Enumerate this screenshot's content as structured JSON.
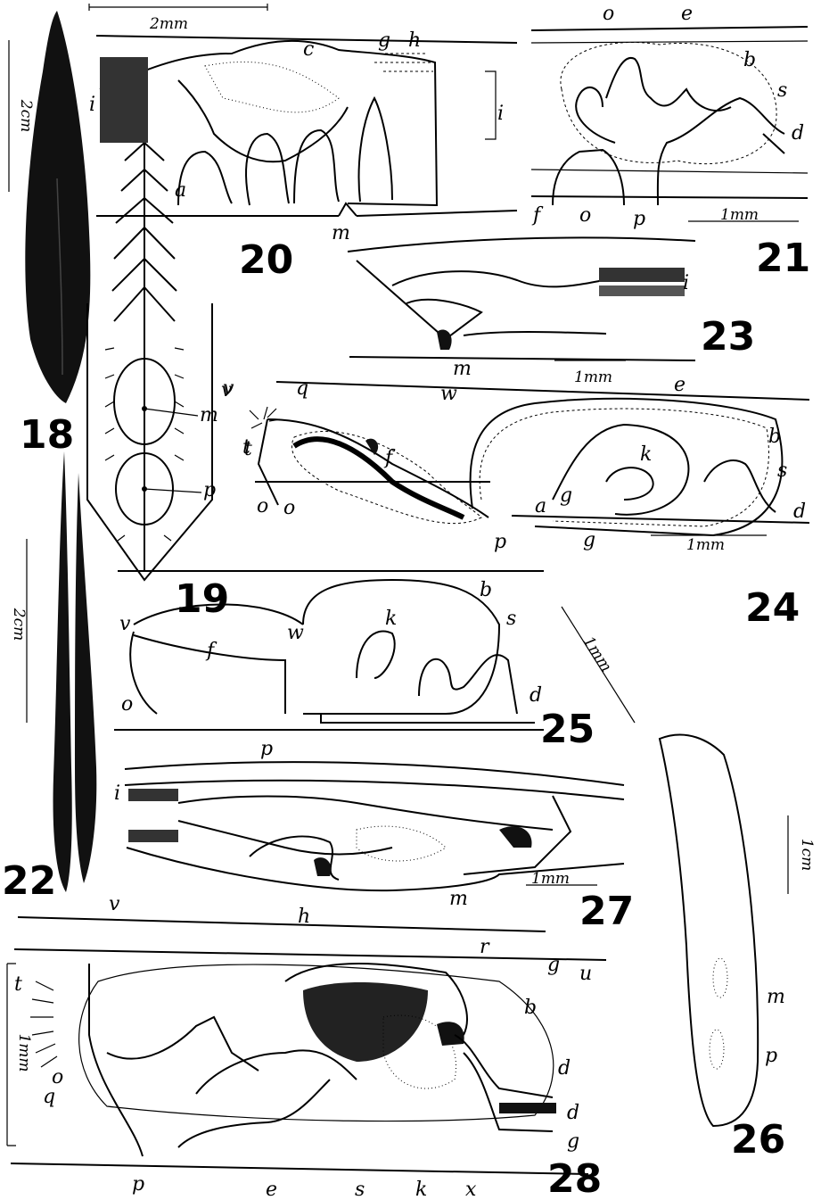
{
  "figure_numbers": {
    "f18": "18",
    "f19": "19",
    "f20": "20",
    "f21": "21",
    "f22": "22",
    "f23": "23",
    "f24": "24",
    "f25": "25",
    "f26": "26",
    "f27": "27",
    "f28": "28"
  },
  "scale_bars": {
    "f18": "2cm",
    "f20": "2mm",
    "f21": "1mm",
    "f22": "2cm",
    "f23": "1mm",
    "f24": "1mm",
    "f25": "1mm",
    "f26": "1cm",
    "f27": "1mm",
    "f28": "1mm"
  },
  "labels": {
    "f19": [
      "a",
      "m",
      "v",
      "t",
      "p",
      "o"
    ],
    "f20": [
      "c",
      "g",
      "h",
      "i",
      "i",
      "m"
    ],
    "f21": [
      "o",
      "e",
      "b",
      "s",
      "d",
      "f",
      "o",
      "p"
    ],
    "f23": [
      "i",
      "m"
    ],
    "f24": [
      "w",
      "q",
      "v",
      "t",
      "f",
      "o",
      "e",
      "b",
      "k",
      "g",
      "s",
      "d",
      "a",
      "g",
      "p"
    ],
    "f25": [
      "w",
      "b",
      "v",
      "f",
      "k",
      "s",
      "o",
      "d",
      "p"
    ],
    "f26": [
      "m",
      "p"
    ],
    "f27": [
      "i",
      "h",
      "m"
    ],
    "f28": [
      "v",
      "r",
      "g",
      "u",
      "b",
      "t",
      "o",
      "q",
      "d",
      "d",
      "g",
      "p",
      "e",
      "s",
      "k",
      "x"
    ]
  }
}
